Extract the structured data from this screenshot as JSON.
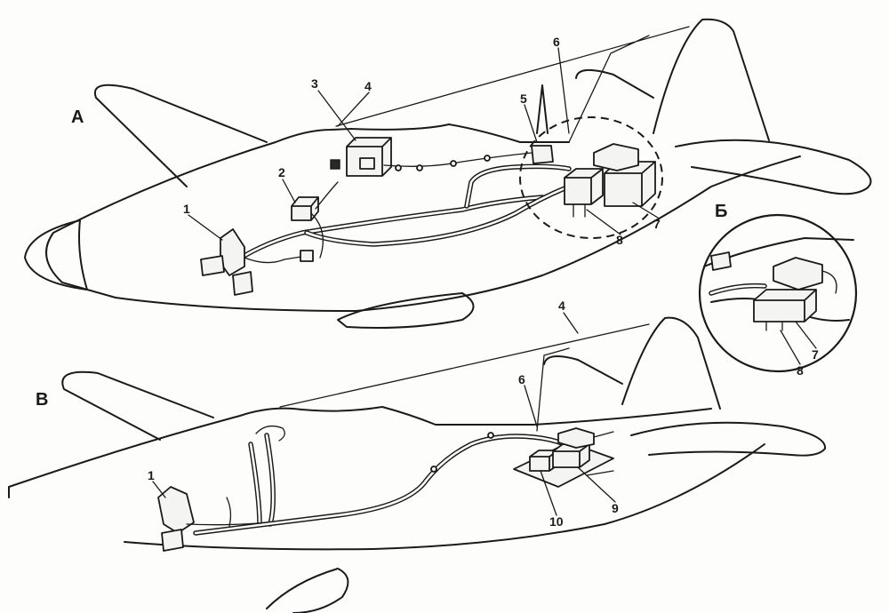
{
  "view_labels": {
    "a": "А",
    "b": "Б",
    "v": "В"
  },
  "callouts": {
    "top": [
      "1",
      "2",
      "3",
      "4",
      "5",
      "6",
      "7",
      "8"
    ],
    "inset": [
      "7",
      "8"
    ],
    "bottom": [
      "1",
      "4",
      "6",
      "9",
      "10"
    ]
  },
  "colors": {
    "ink": "#1a1a1a",
    "paper": "#fdfdfc"
  }
}
